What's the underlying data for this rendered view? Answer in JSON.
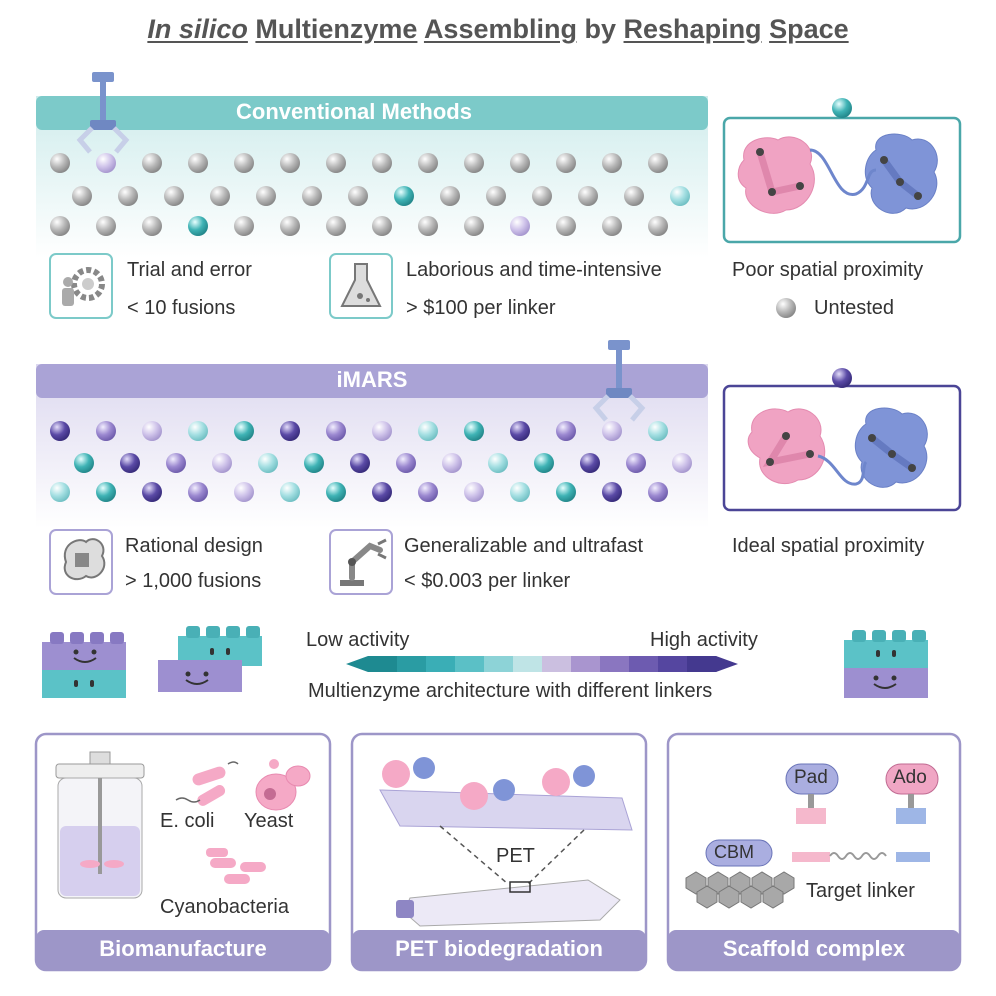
{
  "title": {
    "part1": "In silico",
    "part2": "Multienzyme",
    "part3": "Assembling",
    "part4": "by",
    "part5": "Reshaping",
    "part6": "Space"
  },
  "conventional": {
    "header": "Conventional Methods",
    "feature1_line1": "Trial and error",
    "feature1_line2": "< 10 fusions",
    "feature2_line1": "Laborious and time-intensive",
    "feature2_line2": "> $100 per linker",
    "result": "Poor spatial proximity",
    "legend": "Untested"
  },
  "imars": {
    "header": "iMARS",
    "feature1_line1": "Rational design",
    "feature1_line2": "> 1,000 fusions",
    "feature2_line1": "Generalizable and ultrafast",
    "feature2_line2": "< $0.003 per linker",
    "result": "Ideal spatial proximity"
  },
  "activity": {
    "low": "Low activity",
    "high": "High activity",
    "caption": "Multienzyme architecture with different linkers",
    "colors": [
      "#1e8a91",
      "#2a9ca3",
      "#3aaeb6",
      "#5bc0c6",
      "#8dd3d7",
      "#bfe4e6",
      "#cbbfe0",
      "#a995cf",
      "#8a76c0",
      "#6d5bb0",
      "#5546a0",
      "#44398f"
    ]
  },
  "panels": {
    "biomanufacture": {
      "caption": "Biomanufacture",
      "ecoli": "E. coli",
      "yeast": "Yeast",
      "cyano": "Cyanobacteria"
    },
    "pet": {
      "caption": "PET biodegradation",
      "label": "PET"
    },
    "scaffold": {
      "caption": "Scaffold complex",
      "pad": "Pad",
      "ado": "Ado",
      "cbm": "CBM",
      "linker": "Target linker"
    }
  },
  "colors": {
    "teal": "#7ccac9",
    "purple": "#aaa3d6",
    "pink": "#f19bbd",
    "blue": "#7a8fd4",
    "frame": "#9d96c8"
  }
}
